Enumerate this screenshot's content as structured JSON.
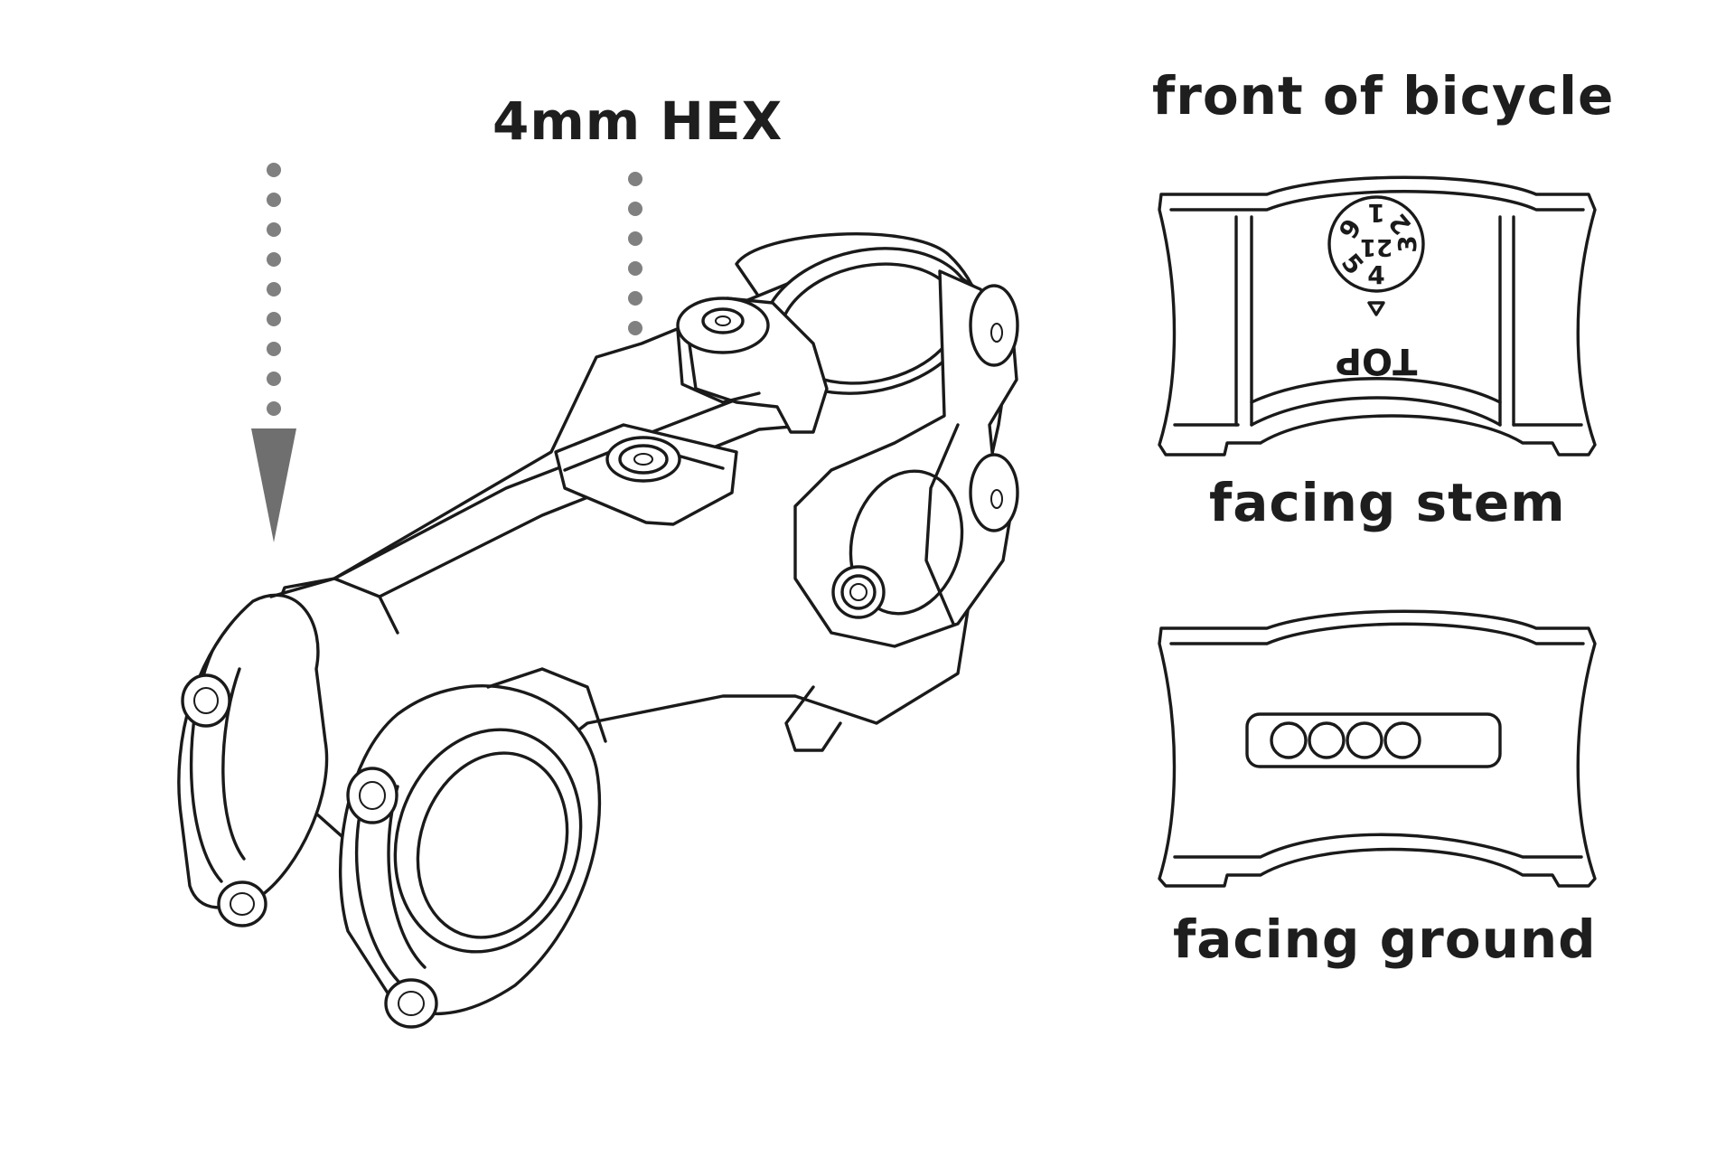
{
  "labels": {
    "hex_tool": "4mm HEX",
    "front": "front of bicycle",
    "facing_stem": "facing stem",
    "facing_ground": "facing ground"
  },
  "shim": {
    "top_mark": "TOP",
    "dial_numbers": [
      "1",
      "2",
      "3",
      "4",
      "5",
      "6"
    ],
    "dial_center": "21"
  },
  "colors": {
    "line": "#1a1a1a",
    "arrow": "#808080",
    "text": "#1e1e1e"
  }
}
